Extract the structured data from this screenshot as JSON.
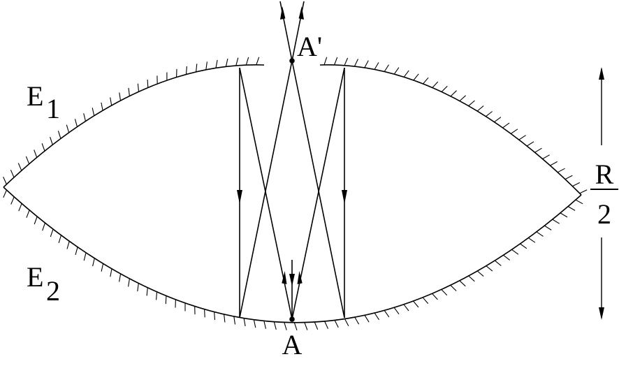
{
  "labels": {
    "mirror_top": "E",
    "mirror_top_sub": "1",
    "mirror_bottom": "E",
    "mirror_bottom_sub": "2",
    "point_bottom": "A",
    "point_top": "A'",
    "dim_numerator": "R",
    "dim_denominator": "2"
  },
  "colors": {
    "ink": "#000000",
    "background": "#ffffff"
  }
}
